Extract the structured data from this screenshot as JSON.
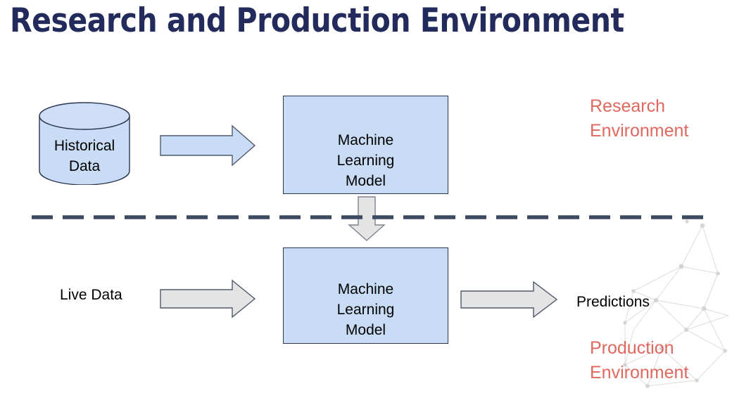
{
  "slide": {
    "title": "Research and Production Environment",
    "title_color": "#232a5c",
    "background": "#ffffff"
  },
  "colors": {
    "box_fill": "#c9dcf5",
    "box_stroke": "#2b3552",
    "blue_arrow_fill": "#c9dcf5",
    "gray_arrow_fill": "#e4e4e4",
    "gray_arrow_stroke": "#50586b",
    "divider": "#3e4a61",
    "env_label": "#e0685f",
    "text": "#000000",
    "network_deco": "#d8d8d8"
  },
  "diagram": {
    "research": {
      "env_label_line1": "Research",
      "env_label_line2": "Environment",
      "datastore": {
        "label_line1": "Historical",
        "label_line2": "Data",
        "shape": "cylinder"
      },
      "arrow": {
        "direction": "right",
        "style": "blue-filled",
        "from": "Historical Data",
        "to": "Machine Learning Model"
      },
      "model_box": {
        "line1": "Machine",
        "line2": "Learning",
        "line3": "Model"
      }
    },
    "handoff_arrow": {
      "direction": "down",
      "style": "gray-filled",
      "from": "Research Machine Learning Model",
      "to": "Production Machine Learning Model"
    },
    "divider": {
      "style": "dashed",
      "orientation": "horizontal",
      "separates": [
        "Research Environment",
        "Production Environment"
      ]
    },
    "production": {
      "env_label_line1": "Production",
      "env_label_line2": "Environment",
      "input_label": "Live Data",
      "input_arrow": {
        "direction": "right",
        "style": "gray-filled",
        "from": "Live Data",
        "to": "Machine Learning Model"
      },
      "model_box": {
        "line1": "Machine",
        "line2": "Learning",
        "line3": "Model"
      },
      "output_arrow": {
        "direction": "right",
        "style": "gray-filled",
        "from": "Machine Learning Model",
        "to": "Predictions"
      },
      "output_label": "Predictions"
    }
  }
}
